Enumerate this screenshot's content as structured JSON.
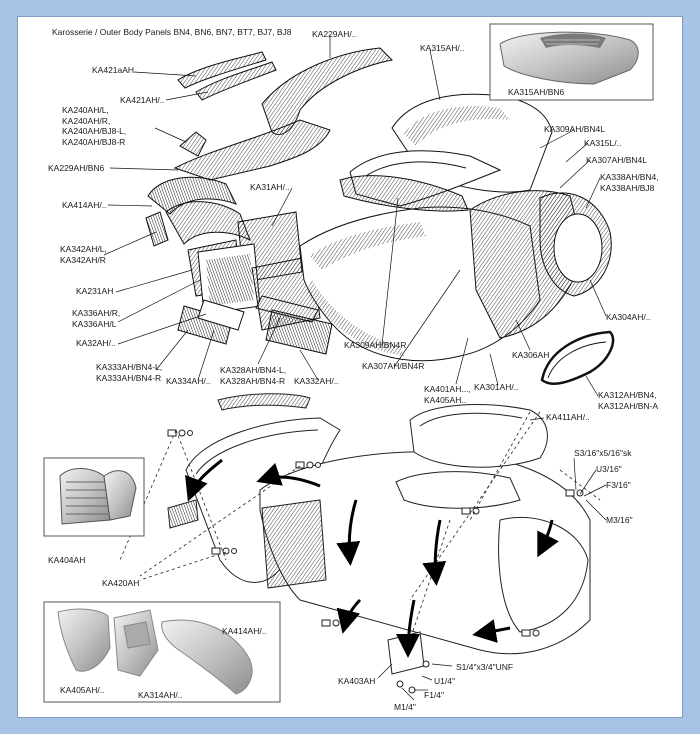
{
  "title": "Karosserie / Outer Body Panels  BN4, BN6, BN7, BT7, BJ7, BJ8",
  "labels": {
    "ka229ah": "KA229AH/..",
    "ka421aah": "KA421aAH",
    "ka421ah": "KA421AH/..",
    "ka240ah": "KA240AH/L,\nKA240AH/R,\nKA240AH/BJ8-L,\nKA240AH/BJ8-R",
    "ka229ah_bn6": "KA229AH/BN6",
    "ka414ah": "KA414AH/..",
    "ka342ah": "KA342AH/L,\nKA342AH/R",
    "ka231ah": "KA231AH",
    "ka336ah": "KA336AH/R,\nKA336AH/L",
    "ka32ah": "KA32AH/..",
    "ka333ah": "KA333AH/BN4-L,\nKA333AH/BN4-R",
    "ka334ah": "KA334AH/..",
    "ka328ah": "KA328AH/BN4-L,\nKA328AH/BN4-R",
    "ka332ah": "KA332AH/..",
    "ka31ah": "KA31AH/..",
    "ka315ah": "KA315AH/..",
    "ka315ah_bn6": "KA315AH/BN6",
    "ka309ah_bn4l": "KA309AH/BN4L",
    "ka315l": "KA315L/..",
    "ka307ah_bn4l": "KA307AH/BN4L",
    "ka338ah": "KA338AH/BN4,\nKA338AH/BJ8",
    "ka304ah": "KA304AH/..",
    "ka306ah": "KA306AH",
    "ka309ah_bn4r": "KA309AH/BN4R",
    "ka307ah_bn4r": "KA307AH/BN4R",
    "ka401ah": "KA401AH...,\nKA405AH..",
    "ka301ah": "KA301AH/..",
    "ka312ah": "KA312AH/BN4,\nKA312AH/BN-A",
    "ka411ah": "KA411AH/..",
    "s3": "S3/16\"x5/16\"sk",
    "u3": "U3/16\"",
    "f3": "F3/16\"",
    "m3": "M3/16\"",
    "ka404ah": "KA404AH",
    "ka420ah": "KA420AH",
    "ka414ah_inset": "KA414AH/..",
    "ka405ah": "KA405AH/..",
    "ka314ah": "KA314AH/..",
    "ka403ah": "KA403AH",
    "s1": "S1/4\"x3/4\"UNF",
    "u1": "U1/4\"",
    "f1": "F1/4\"",
    "m1": "M1/4\""
  },
  "colors": {
    "background": "#a9c3e4",
    "panel": "#ffffff",
    "line": "#1a1a1a",
    "hatch": "#444444"
  }
}
